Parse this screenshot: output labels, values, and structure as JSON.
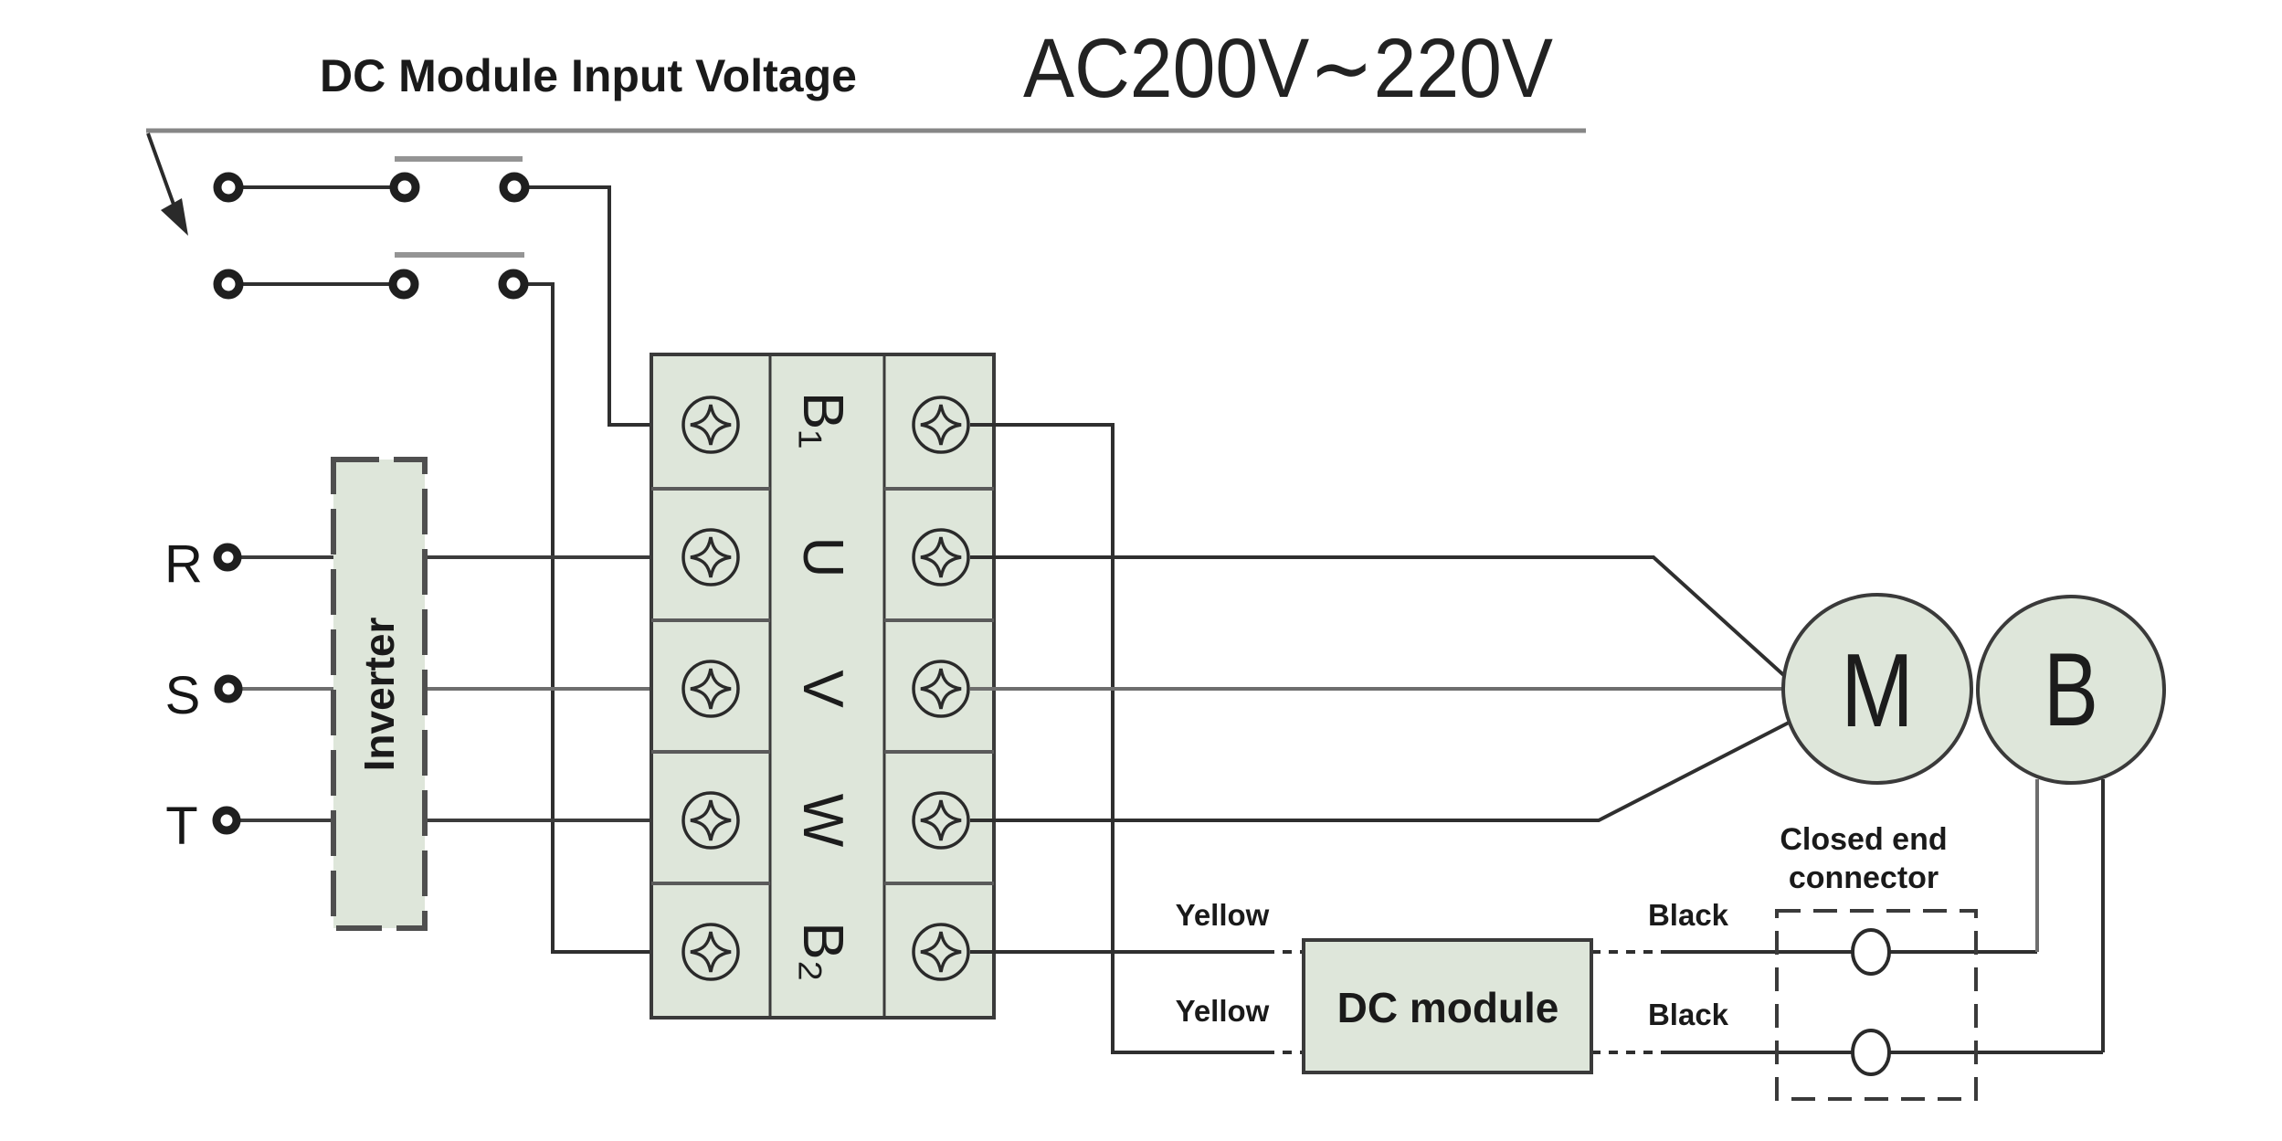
{
  "diagram": {
    "title": "DC Module Input Voltage",
    "voltage_rating": "AC200V∼220V",
    "source_terminals": {
      "r": "R",
      "s": "S",
      "t": "T"
    },
    "inverter_label": "Inverter",
    "terminal_block": {
      "b1": "B₁",
      "u": "U",
      "v": "V",
      "w": "W",
      "b2": "B₂"
    },
    "dc_module_label": "DC module",
    "wire_labels": {
      "yellow_upper": "Yellow",
      "yellow_lower": "Yellow",
      "black_upper": "Black",
      "black_lower": "Black"
    },
    "connector_label_line1": "Closed end",
    "connector_label_line2": "connector",
    "motor_label": "M",
    "brake_label": "B",
    "colors": {
      "panel_green": "#dee6da",
      "line_dark": "#333333",
      "line_gray": "#7d7d7d"
    }
  }
}
